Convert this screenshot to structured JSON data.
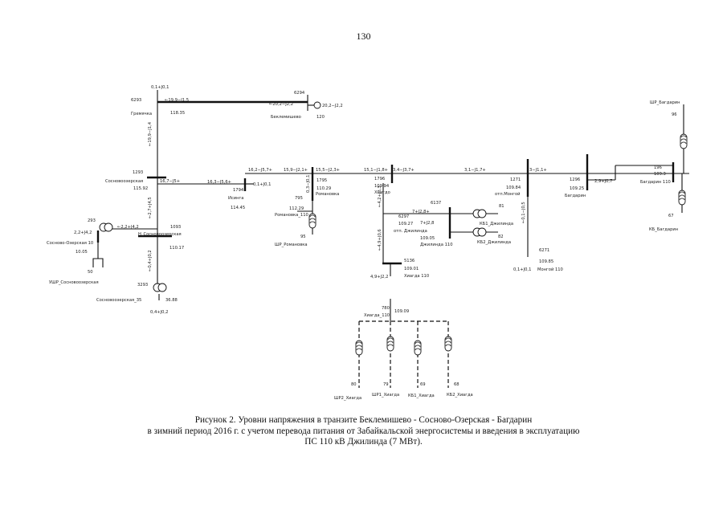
{
  "page_number": "130",
  "caption": {
    "line1": "Рисунок 2. Уровни напряжения в транзите Беклемишево - Сосново-Озерская - Багдарин",
    "line2": "в зимний период 2016 г. с учетом перевода питания от Забайкальской энергосистемы и введения в эксплуатацию",
    "line3": "ПС 110 кВ Джилинда (7 МВт)."
  },
  "labels": {
    "grem_flow_top": "0,1+J0,1",
    "n6293": "6293",
    "grem_name": "Гремячка",
    "grem_flow_right": "←19,9−J1,5",
    "grem_voltage": "118.35",
    "n6294": "6294",
    "bekl_flow_left": "←20,2−J2,2",
    "bekl_flow_right": "20,2−J2,2",
    "bekl_name": "Беклемишево",
    "bekl_voltage": "120",
    "vert_flow_1": "←19,9−J1,4",
    "n1293": "1293",
    "sos_name": "Сосновоозерская",
    "sos_voltage": "115.92",
    "flow_16775": "16,7−J5+",
    "flow_16376": "16,3−J5,6+",
    "n1794": "1794",
    "isinga_name": "Исинга",
    "isinga_voltage": "114.45",
    "isinga_load": "0,1+J0,1",
    "flow_162": "16,2−J5,7+",
    "flow_159": "15,9−J2,1+",
    "flow_155": "15,5−J2,3+",
    "n1795": "1795",
    "rom_voltage": "110.29",
    "rom_name": "Романовка",
    "rom_branch_flow": "0,3−J0,1",
    "n795": "795",
    "romb_voltage": "112.29",
    "romb_name": "Романовка_110",
    "n95": "95",
    "shr_rom": "ШР_Романовка",
    "vert_flow_2": "←2,7+J4,5",
    "n293": "293",
    "sos10_flow": "2,2+J4,2",
    "sos10_flow2": "←2,2+J4,2",
    "sos10_name": "Сосново-Озерская 10",
    "sos10_voltage": "10.05",
    "n1093": "1093",
    "ns_name": "Н_Сосновоозерская",
    "ns_voltage": "110.17",
    "n50": "50",
    "ushr_name": "УШР_Сосновоозерская",
    "vert_flow_3": "←0,4+J0,2",
    "n3293": "3293",
    "sos35_name": "Сосновоозерская_35",
    "sos35_voltage": "36.88",
    "sos35_load": "0,4+J0,2",
    "flow_151": "15,1−J1,8+",
    "n1796": "1796",
    "hn_voltage": "109.94",
    "hn_name": "Хнигдо",
    "flow_34": "3,4−J3,7+",
    "hn_down_flow": "←4,2+J3,3",
    "n6297": "6297",
    "ot_dj_voltage": "109.27",
    "ot_dj_name": "отп. Джилинда",
    "dj_flow": "7+J2,8+",
    "n6137": "6137",
    "dj_in_flow": "7+J2,8",
    "dj_voltage": "109.05",
    "dj_name": "Джилинда 110",
    "kb1_dj": "КБ1_Джилинда",
    "n81": "81",
    "kb2_dj": "КБ2_Джилинда",
    "n82": "82",
    "vert_flow_4": "←4,9+J0,6",
    "n5136": "5136",
    "hh_voltage": "109.01",
    "hh_name": "Хиагда 110",
    "hh_load": "4,9+J2,2",
    "n780": "780",
    "hh2_name": "Хиагда_110",
    "hh2_voltage": "109.09",
    "n80": "80",
    "n79": "79",
    "n69": "69",
    "n68": "68",
    "shr2": "ШР2_Хиагда",
    "shr1": "ШР1_Хиагда",
    "kb1_h": "КБ1_Хиагда",
    "kb2_h": "КБ2_Хиагда",
    "flow_31": "3,1−J1,7+",
    "n1271": "1271",
    "ot_mon_voltage": "109.84",
    "ot_mon_name": "отп.Монгой",
    "flow_3": "3−J1,1+",
    "mon_down_flow": "←0,1−J0,5",
    "n6271": "6271",
    "mon_voltage": "109.85",
    "mon_load": "0,1+J0,1",
    "mon_name": "Монгой 110",
    "n1296": "1296",
    "bag_voltage": "109.25",
    "bag_name": "Багдарин",
    "bag_flow": "2,9+J0,7",
    "n196": "196",
    "bag110_voltage": "109.3",
    "bag110_name": "Багдарин 110",
    "shr_bag": "ШР_Багдарин",
    "n96": "96",
    "n67": "67",
    "kb_bag": "КБ_Багдарин"
  }
}
